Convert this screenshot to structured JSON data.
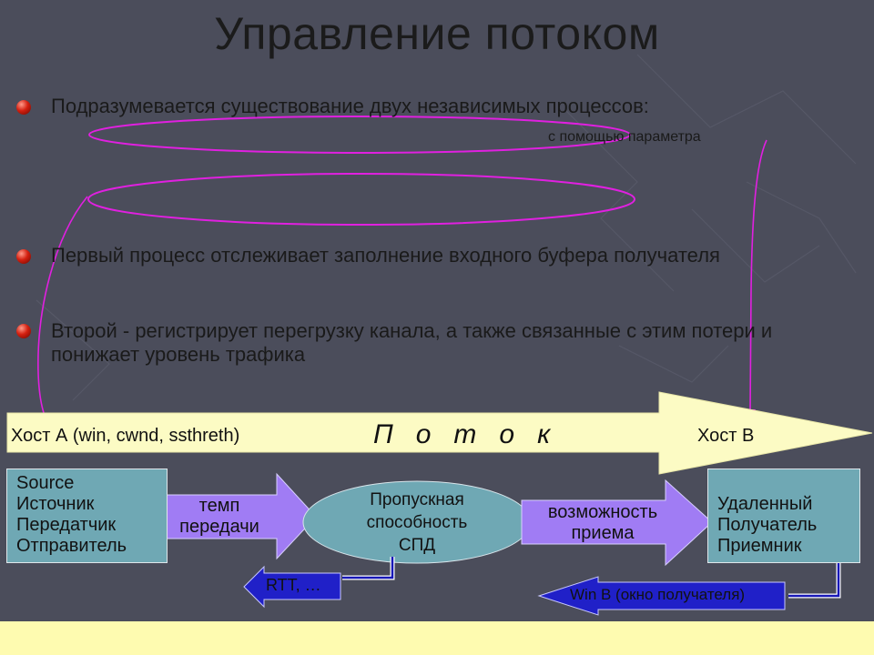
{
  "title": "Управление потоком",
  "bullets": [
    {
      "text": "Подразумевается существование двух независимых процессов:"
    },
    {
      "text": "Первый процесс отслеживает заполнение входного буфера получателя"
    },
    {
      "text": "Второй - регистрирует перегрузку канала, а также связанные с этим потери и понижает уровень трафика"
    }
  ],
  "note": "с помощью параметра",
  "flow": {
    "host_a": "Хост А (win, cwnd, ssthreth)",
    "flow_label": "П   о   т   о   к",
    "host_b": "Хост В"
  },
  "source_box": {
    "lines": [
      "Source",
      "Источник",
      "Передатчик",
      "Отправитель"
    ]
  },
  "rate_arrow": {
    "lines": [
      "темп",
      "передачи"
    ]
  },
  "capacity": {
    "lines": [
      "Пропускная",
      "способность",
      "СПД"
    ]
  },
  "receive_arrow": {
    "lines": [
      "возможность",
      "приема"
    ]
  },
  "receiver_box": {
    "lines": [
      "Удаленный",
      "Получатель",
      "Приемник"
    ]
  },
  "rtt_label": "RTT, …",
  "winb_label": "Win B (окно получателя)",
  "colors": {
    "background": "#4b4d5b",
    "flow_arrow": "#fcfbc4",
    "box": "#6fa8b4",
    "violet_arrow": "#a07cf4",
    "blue_arrow": "#2020c8",
    "magenta": "#e020e0",
    "footer": "#fefbb0"
  }
}
